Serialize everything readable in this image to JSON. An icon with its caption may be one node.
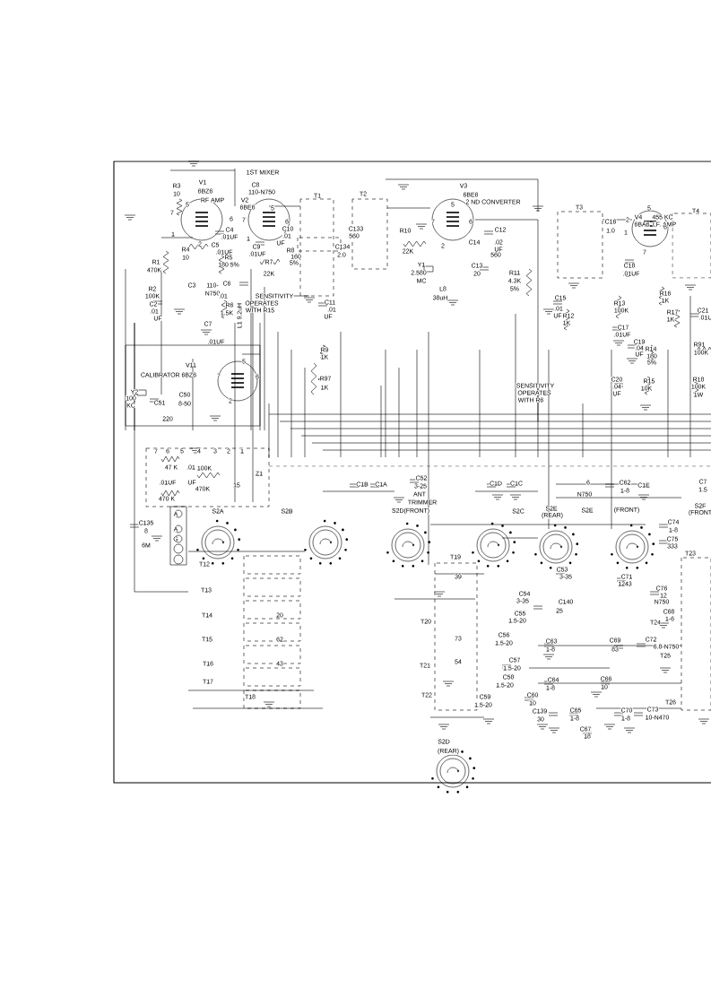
{
  "diagram": {
    "labels": [
      "1ST MIXER",
      "R3",
      "10",
      "V1",
      "6BZ6",
      "RF AMP",
      "5",
      "7",
      "6",
      "1",
      "2",
      "C8",
      "110-N750",
      "V2",
      "6BE6",
      "5",
      "7",
      "6",
      "1",
      "T1",
      "T2",
      "C133",
      "560",
      "V3",
      "6BE6",
      "2 ND CONVERTER",
      "5",
      "7",
      "6",
      "2",
      "C4",
      ".01UF",
      "C5",
      ".01UF",
      "R1",
      "470K",
      "R4",
      "10",
      "R5",
      "180 5%",
      "C9",
      ".01UF",
      "R8",
      "160",
      "R7",
      "5%",
      "22K",
      "C10",
      ".01",
      "UF",
      "C3",
      "110-",
      "N750",
      "C6",
      "R2",
      "100K",
      ".01",
      "SENSITIVITY",
      "OPERATES",
      "WITH R15",
      "R6",
      "1.5K",
      "L1 9.2uH",
      "C2",
      ".01",
      "UF",
      "C11",
      ".01",
      "UF",
      "C7",
      ".01UF",
      "C134",
      "2.0",
      "R10",
      "22K",
      "Y1",
      "2.580",
      "MC",
      "C14",
      "560",
      "C12",
      ".02",
      "UF",
      "C13",
      "20",
      "L8",
      "38uH",
      "R11",
      "4.3K",
      "5%",
      "R9",
      "1K",
      "R97",
      "1K",
      "V11",
      "CALIBRATOR 6BZ6",
      "5",
      "7",
      "6",
      "2",
      "Y2",
      "100",
      "KC",
      "C51",
      "C50",
      "8-50",
      "220",
      "7",
      "6",
      "5",
      "4",
      "3",
      "2",
      "1",
      "47 K",
      ".01",
      "100K",
      ".01UF",
      "UF",
      "470K",
      "15",
      "470 K",
      "Z1",
      "C135",
      "8",
      "A",
      "A",
      "G",
      "6M",
      "S2A",
      "S2B",
      "T12",
      "T13",
      "T14",
      "20",
      "T15",
      "62",
      "T16",
      "43",
      "T17",
      "T18",
      "C1B",
      "C1A",
      "C52",
      "3-25",
      "ANT",
      "TRIMMER",
      "S2D(FRONT)",
      "C1D",
      "C1C",
      "S2C",
      "6",
      "N750",
      "C62",
      "1-8",
      "C1E",
      "C7",
      "1.5",
      "S2E",
      "(REAR)",
      "S2E",
      "(FRONT)",
      "S2F",
      "(FRONT",
      "C74",
      "1-8",
      "C75",
      "333",
      "T23",
      "T19",
      "39",
      "C53",
      "3-35",
      "C71",
      "1243",
      "C54",
      "3-35",
      "C76",
      "12",
      "N750",
      "T20",
      "C55",
      "1.5-20",
      "C140",
      "25",
      "C68",
      "1-6",
      "T24",
      "73",
      "C56",
      "1.5-20",
      "C63",
      "1-8",
      "C69",
      "83",
      "C72",
      "6.8-N750",
      "T25",
      "C57",
      "1.5-20",
      "T21",
      "54",
      "C64",
      "1-8",
      "C66",
      "10",
      "C58",
      "1.5-20",
      "T22",
      "C59",
      "1.5-20",
      "C60",
      "10",
      "T26",
      "C139",
      "30",
      "C65",
      "1-8",
      "C70",
      "1-8",
      "C73",
      "10-N470",
      "C67",
      "18",
      "S2D",
      "(REAR)",
      "V4",
      "6BA6",
      "455 KC",
      "I.F. AMP",
      "T3",
      "T4",
      "C16",
      "1.0",
      "5",
      "2",
      "6",
      "1",
      "7",
      "C18",
      ".01UF",
      "C15",
      ".01",
      "UF",
      "R12",
      "1K",
      "R13",
      "100K",
      "R16",
      "1K",
      "R17",
      "1K",
      "C21",
      ".01U",
      "C17",
      ".01UF",
      "C19",
      ".04",
      "UF",
      "R14",
      "180",
      "5%",
      "R91",
      "100K",
      "C20",
      ".04",
      "UF",
      "R15",
      "10K",
      "R18",
      "100K",
      "1W",
      "SENSITIVITY",
      "OPERATES",
      "WITH R6"
    ]
  }
}
